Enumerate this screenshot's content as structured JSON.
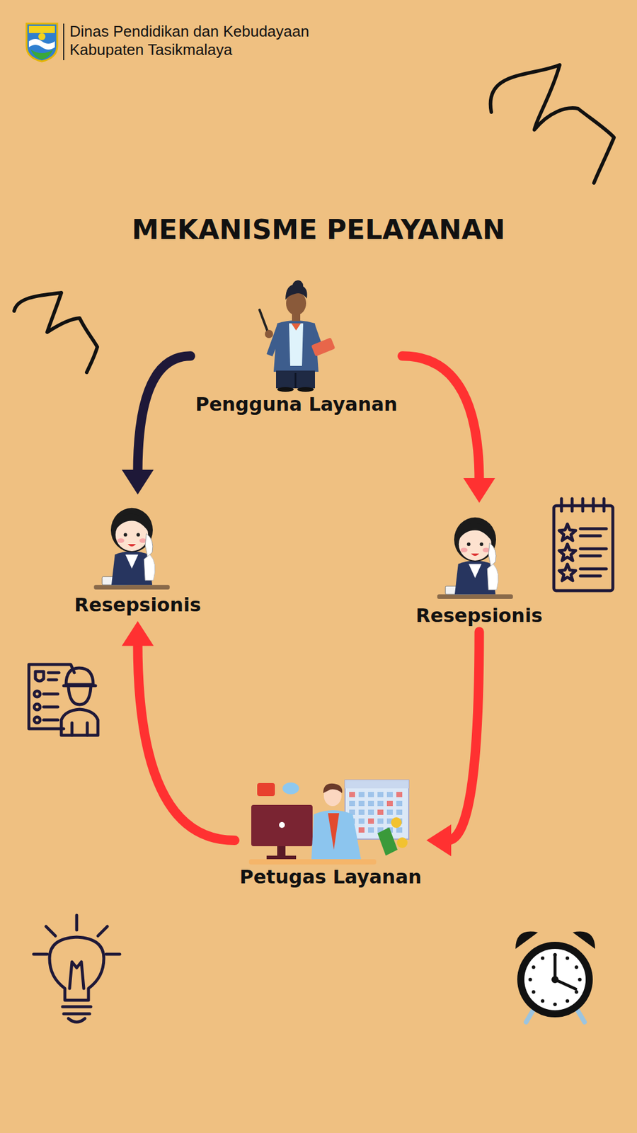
{
  "diagram": {
    "title": "MEKANISME PELAYANAN",
    "nodes": [
      {
        "text": [
          "Pengguna Layanan"
        ]
      },
      {
        "text": [
          "Resepsionis"
        ]
      },
      {
        "text": [
          "Resepsionis"
        ]
      },
      {
        "text": [
          "Petugas Layanan"
        ]
      }
    ],
    "edges": [
      {
        "from": 0,
        "to": 1,
        "arrow": "to"
      },
      {
        "from": 0,
        "to": 2,
        "arrow": "to"
      },
      {
        "from": 2,
        "to": 3,
        "arrow": "to"
      },
      {
        "from": 3,
        "to": 1,
        "arrow": "to"
      }
    ],
    "labels": [
      "Dinas Pendidikan dan Kebudayaan Kabupaten Tasikmalaya"
    ]
  }
}
